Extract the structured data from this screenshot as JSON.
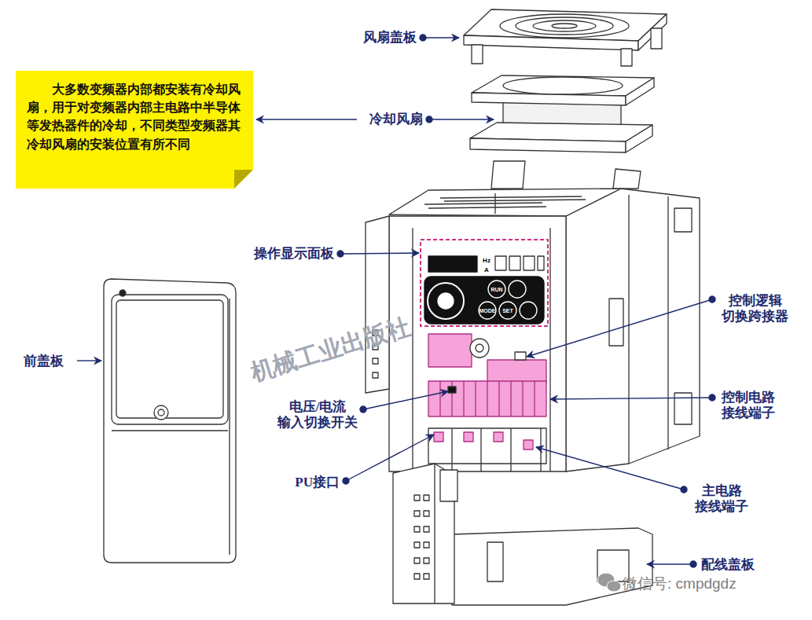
{
  "diagram": {
    "nodes": [
      {
        "text": [
          "大多数变频器内部都安装有冷却风扇，用于对变频器内部主电路中半导体等发热器件的冷却，不同类型变频器其冷却风扇的安装位置有所不同"
        ]
      }
    ],
    "labels": [
      "风扇盖板",
      "冷却风扇",
      "操作显示面板",
      "控制逻辑 切换跨接器",
      "前盖板",
      "控制电路 接线端子",
      "电压/电流 输入切换开关",
      "PU接口",
      "主电路 接线端子",
      "配线盖板",
      "机械工业出版社",
      "微信号: cmpdgdz",
      "Hz",
      "A",
      "RUN",
      "MODE",
      "SET"
    ]
  }
}
